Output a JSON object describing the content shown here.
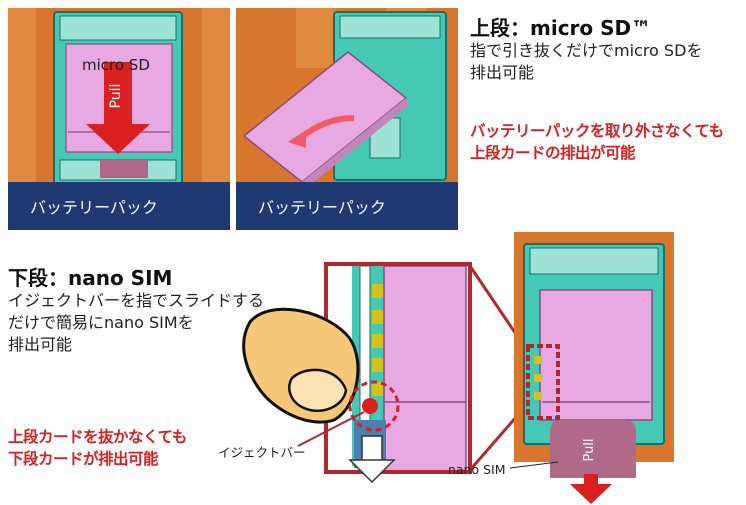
{
  "top_section": {
    "title": "上段：micro SD™",
    "description_lines": [
      "指で引き抜くだけでmicro SDを",
      "排出可能"
    ],
    "note_lines": [
      "バッテリーパックを取り外さなくても",
      "上段カードの排出が可能"
    ]
  },
  "bottom_section": {
    "title": "下段：nano SIM",
    "description_lines": [
      "イジェクトバーを指でスライドする",
      "だけで簡易にnano SIMを",
      "排出可能"
    ],
    "note_lines": [
      "上段カードを抜かなくても",
      "下段カードが排出可能"
    ]
  },
  "panel1": {
    "card_label": "micro SD",
    "pull_label": "Pull",
    "battery_label": "バッテリーパック"
  },
  "panel2": {
    "battery_label": "バッテリーパック"
  },
  "panel4": {
    "pull_label": "Pull",
    "nano_label": "nano SIM"
  },
  "eject_label": "イジェクトバー",
  "colors": {
    "orange": "#d9762e",
    "navy": "#1f3a73",
    "tray": "#45c9b5",
    "card": "#e8a8e2",
    "red": "#d92020",
    "dark_red": "#b0282e",
    "sim": "#b06a88"
  }
}
